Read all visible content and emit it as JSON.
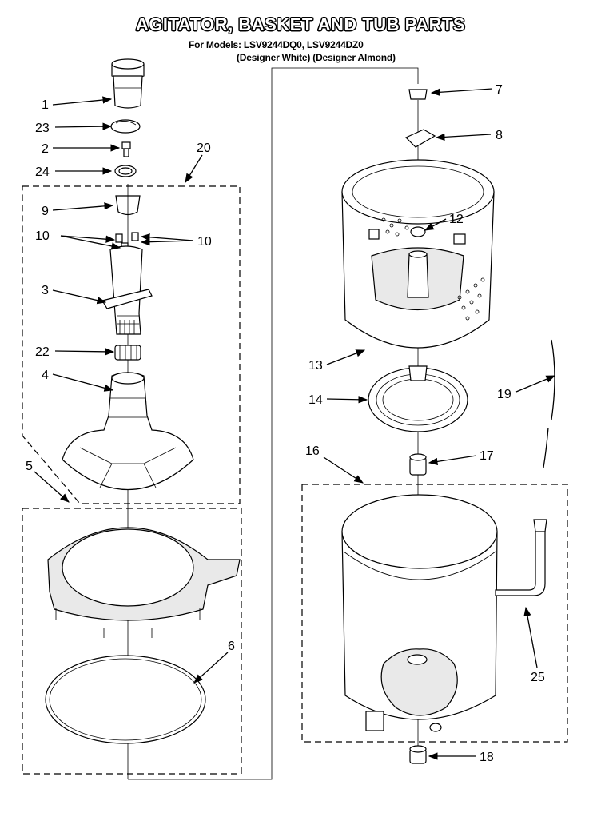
{
  "header": {
    "title": "AGITATOR, BASKET AND TUB PARTS",
    "models_line": "For Models: LSV9244DQ0, LSV9244DZ0",
    "colors_line": "(Designer White) (Designer Almond)"
  },
  "callouts": {
    "c1": "1",
    "c23": "23",
    "c2": "2",
    "c24": "24",
    "c20": "20",
    "c9": "9",
    "c10a": "10",
    "c10b": "10",
    "c3": "3",
    "c22": "22",
    "c4": "4",
    "c5": "5",
    "c6": "6",
    "c7": "7",
    "c8": "8",
    "c12": "12",
    "c13": "13",
    "c14": "14",
    "c19": "19",
    "c16": "16",
    "c17": "17",
    "c25": "25",
    "c18": "18"
  }
}
